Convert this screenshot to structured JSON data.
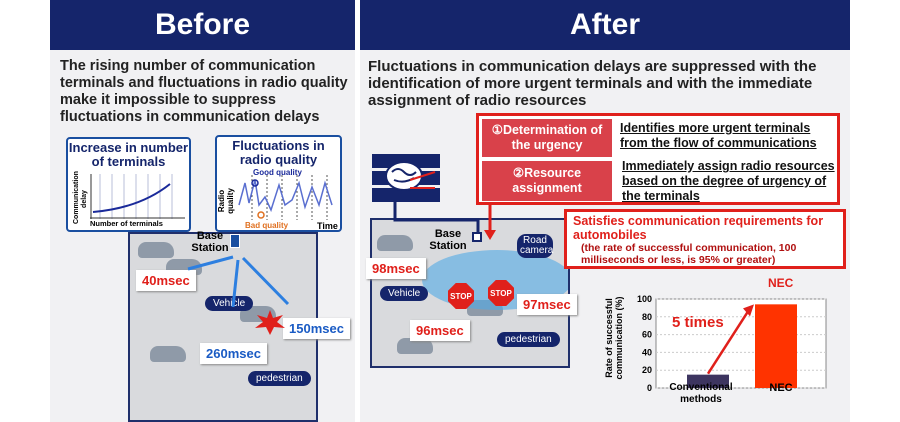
{
  "before": {
    "title": "Before",
    "description": "The rising number of communication terminals and fluctuations in radio quality make it impossible to suppress fluctuations in communication delays",
    "bubble_terminals": {
      "title": "Increase in number of terminals",
      "ylabel": "Communication delay",
      "xlabel": "Number of terminals"
    },
    "bubble_radio": {
      "title": "Fluctuations in radio quality",
      "ylabel": "Radio quality",
      "xlabel": "Time",
      "good": "Good quality",
      "bad": "Bad quality"
    },
    "base_station": "Base Station",
    "labels": {
      "vehicle": "Vehicle",
      "pedestrian": "pedestrian"
    },
    "delays": [
      "40msec",
      "150msec",
      "260msec"
    ]
  },
  "after": {
    "title": "After",
    "description": "Fluctuations in communication delays are suppressed with the identification of more urgent terminals and with the immediate assignment of radio resources",
    "steps": [
      {
        "label": "①Determination of the urgency",
        "text": "Identifies more urgent terminals from the flow of communications"
      },
      {
        "label": "②Resource assignment",
        "text": "Immediately assign radio resources based on the degree of urgency of the terminals"
      }
    ],
    "requirement": {
      "title": "Satisfies communication requirements for automobiles",
      "note": "(the rate of successful communication, 100 milliseconds or less, is 95% or greater)"
    },
    "base_station": "Base Station",
    "labels": {
      "vehicle": "Vehicle",
      "pedestrian": "pedestrian",
      "road_camera": "Road camera",
      "stop": "STOP"
    },
    "delays": [
      "98msec",
      "97msec",
      "96msec"
    ]
  },
  "chart_data": {
    "type": "bar",
    "categories": [
      "Conventional methods",
      "NEC"
    ],
    "values": [
      15,
      94
    ],
    "colors": [
      "#3d3560",
      "#ff3300"
    ],
    "ylabel": "Rate of successful communication (%)",
    "ylim": [
      0,
      100
    ],
    "yticks": [
      "0",
      "20",
      "40",
      "60",
      "80",
      "100"
    ],
    "annotation": "5 times",
    "bar_label": "NEC",
    "grid": true
  }
}
